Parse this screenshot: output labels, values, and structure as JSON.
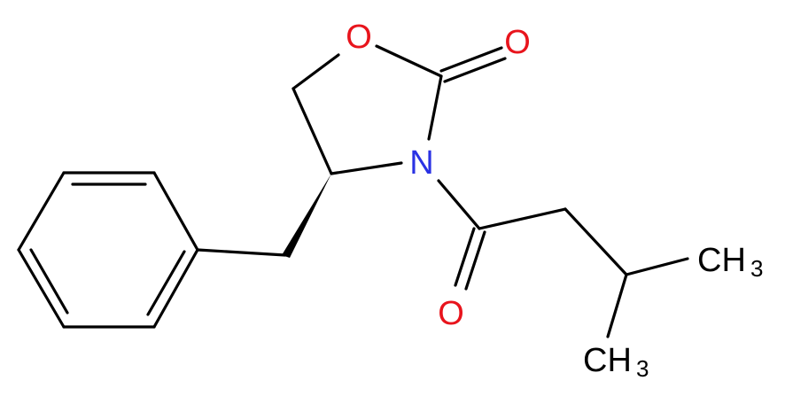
{
  "molecule": {
    "atoms": {
      "ring_oxygen": "O",
      "carbonyl_oxygen_1": "O",
      "nitrogen": "N",
      "acyl_oxygen": "O",
      "methyl_1": {
        "main": "CH",
        "sub": "3"
      },
      "methyl_2": {
        "main": "CH",
        "sub": "3"
      }
    }
  },
  "colors": {
    "bond": "#000000",
    "oxygen": "#e8141c",
    "nitrogen": "#2a32e4",
    "background": "#ffffff"
  }
}
